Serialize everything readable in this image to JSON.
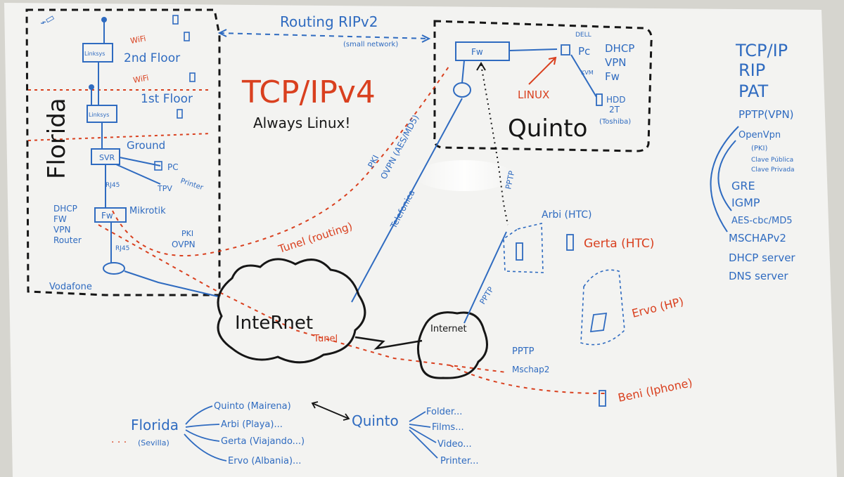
{
  "colors": {
    "blue": "#2f6bc0",
    "red": "#d9401f",
    "black": "#161616",
    "board": "#f3f3f1"
  },
  "florida": {
    "title": "Florida",
    "second_floor": "2nd Floor",
    "first_floor": "1st Floor",
    "ground": "Ground",
    "wifi": "WiFi",
    "linksys": "Linksys",
    "svr": "SVR",
    "pc": "PC",
    "printer": "Printer",
    "tpv": "TPV",
    "rj45": "RJ45",
    "fw": "Fw",
    "mikrotik": "Mikrotik",
    "roles": [
      "DHCP",
      "FW",
      "VPN",
      "Router"
    ],
    "vodafone": "Vodafone",
    "pki_ovpn": [
      "PKI",
      "OVPN"
    ]
  },
  "routing": {
    "label": "Routing RIPv2",
    "sub": "(small network)"
  },
  "center": {
    "title": "TCP/IPv4",
    "sub": "Always Linux!"
  },
  "quinto": {
    "title": "Quinto",
    "fw": "Fw",
    "dell": "DELL",
    "pc": "Pc",
    "kvm": "KVM",
    "services": [
      "DHCP",
      "VPN",
      "Fw"
    ],
    "hdd": [
      "HDD",
      "2T",
      "(Toshiba)"
    ],
    "linux": "LINUX",
    "pptp": "PPTP"
  },
  "tunnel_labels": {
    "pki": "PKI",
    "ovpn": "OVPN (AES/MD5)",
    "telefonica": "Telefonica",
    "tunel_routing": "Tunel (routing)",
    "internet_big": "InteRnet",
    "tunel": "Tunel",
    "internet_small": "Internet",
    "pptp_1": "PPTP",
    "pptp_2": "PPTP",
    "mschap": "Mschap2"
  },
  "clients": [
    {
      "name": "Arbi (HTC)"
    },
    {
      "name": "Gerta (HTC)"
    },
    {
      "name": "Ervo (HP)"
    },
    {
      "name": "Beni (Iphone)"
    }
  ],
  "protocols": [
    "TCP/IP",
    "RIP",
    "PAT",
    "PPTP(VPN)",
    "OpenVpn",
    "(PKI)",
    "Clave Pública",
    "Clave Privada",
    "GRE",
    "IGMP",
    "AES-cbc/MD5",
    "MSCHAPv2",
    "DHCP server",
    "DNS server"
  ],
  "bottom_tree": {
    "root": "Florida",
    "root_sub": "(Sevilla)",
    "branches": [
      "Quinto (Mairena)",
      "Arbi (Playa)...",
      "Gerta (Viajando...)",
      "Ervo (Albania)..."
    ],
    "hub": "Quinto",
    "leaves": [
      "Folder...",
      "Films...",
      "Video...",
      "Printer..."
    ]
  }
}
